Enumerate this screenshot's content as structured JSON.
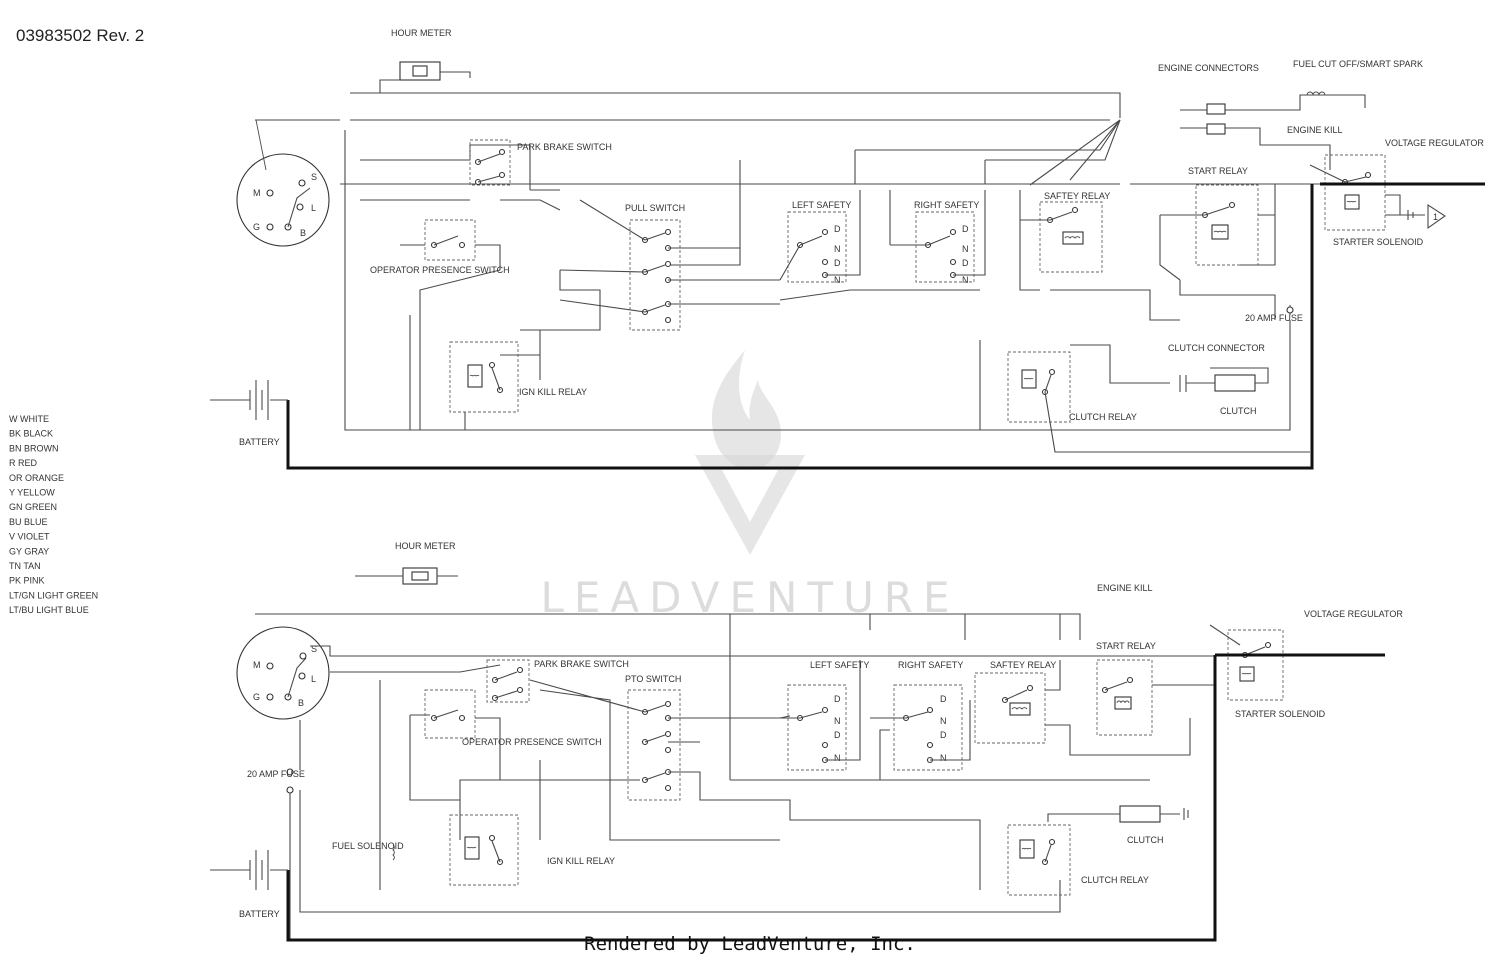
{
  "doc_number": "03983502 Rev. 2",
  "footer": "Rendered by LeadVenture, Inc.",
  "watermark": "LEADVENTURE",
  "legend": [
    "W WHITE",
    "BK BLACK",
    "BN BROWN",
    "R RED",
    "OR ORANGE",
    "Y YELLOW",
    "GN GREEN",
    "BU BLUE",
    "V VIOLET",
    "GY GRAY",
    "TN TAN",
    "PK PINK",
    "LT/GN LIGHT GREEN",
    "LT/BU LIGHT BLUE"
  ],
  "top": {
    "components": {
      "hour_meter": "HOUR METER",
      "park_brake": "PARK BRAKE SWITCH",
      "operator_presence": "OPERATOR PRESENCE SWITCH",
      "pull_switch": "PULL SWITCH",
      "left_safety": "LEFT SAFETY",
      "right_safety": "RIGHT SAFETY",
      "safety_relay": "SAFTEY RELAY",
      "start_relay": "START RELAY",
      "engine_connectors": "ENGINE CONNECTORS",
      "fuel_cutoff": "FUEL CUT OFF/SMART SPARK",
      "engine_kill": "ENGINE KILL",
      "voltage_regulator": "VOLTAGE REGULATOR",
      "starter_solenoid": "STARTER SOLENOID",
      "clutch_connector": "CLUTCH CONNECTOR",
      "clutch": "CLUTCH",
      "clutch_relay": "CLUTCH RELAY",
      "ign_kill_relay": "IGN KILL RELAY",
      "fuse": "20 AMP FUSE",
      "battery": "BATTERY"
    }
  },
  "bottom": {
    "components": {
      "hour_meter": "HOUR METER",
      "park_brake": "PARK BRAKE SWITCH",
      "operator_presence": "OPERATOR PRESENCE SWITCH",
      "pto_switch": "PTO SWITCH",
      "left_safety": "LEFT SAFETY",
      "right_safety": "RIGHT SAFETY",
      "safety_relay": "SAFTEY RELAY",
      "start_relay": "START RELAY",
      "engine_kill": "ENGINE KILL",
      "voltage_regulator": "VOLTAGE REGULATOR",
      "starter_solenoid": "STARTER SOLENOID",
      "clutch": "CLUTCH",
      "clutch_relay": "CLUTCH RELAY",
      "ign_kill_relay": "IGN KILL RELAY",
      "fuel_solenoid": "FUEL SOLENOID",
      "fuse": "20 AMP FUSE",
      "battery": "BATTERY"
    }
  }
}
